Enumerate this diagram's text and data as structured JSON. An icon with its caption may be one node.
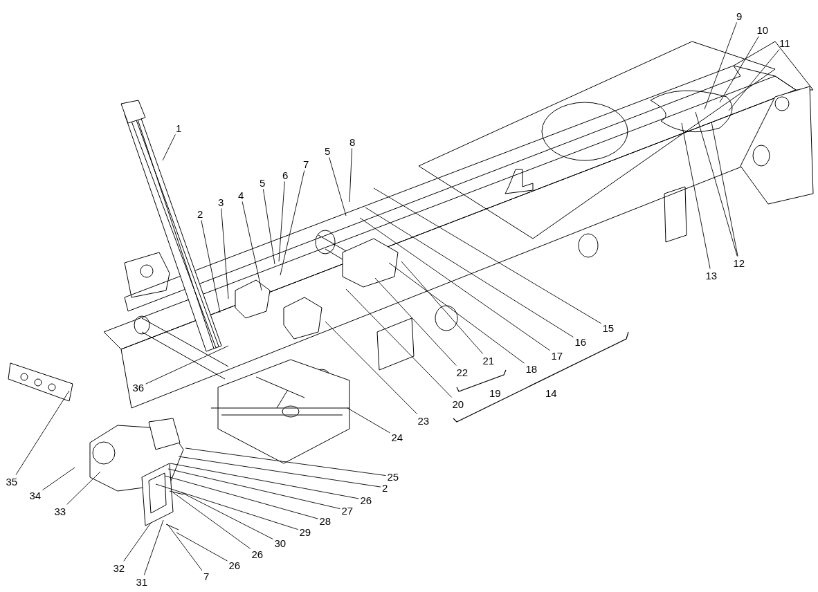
{
  "diagram": {
    "nodes": [
      {
        "text": [
          "1"
        ]
      },
      {
        "text": [
          "2"
        ]
      },
      {
        "text": [
          "3"
        ]
      },
      {
        "text": [
          "4"
        ]
      },
      {
        "text": [
          "5"
        ]
      },
      {
        "text": [
          "6"
        ]
      },
      {
        "text": [
          "7"
        ]
      },
      {
        "text": [
          "5"
        ]
      },
      {
        "text": [
          "8"
        ]
      },
      {
        "text": [
          "9"
        ]
      },
      {
        "text": [
          "10"
        ]
      },
      {
        "text": [
          "11"
        ]
      },
      {
        "text": [
          "12"
        ]
      },
      {
        "text": [
          "13"
        ]
      },
      {
        "text": [
          "15"
        ]
      },
      {
        "text": [
          "16"
        ]
      },
      {
        "text": [
          "17"
        ]
      },
      {
        "text": [
          "18"
        ]
      },
      {
        "text": [
          "20"
        ]
      },
      {
        "text": [
          "21"
        ]
      },
      {
        "text": [
          "22"
        ]
      },
      {
        "text": [
          "23"
        ]
      },
      {
        "text": [
          "24"
        ]
      },
      {
        "text": [
          "25"
        ]
      },
      {
        "text": [
          "2"
        ]
      },
      {
        "text": [
          "26"
        ]
      },
      {
        "text": [
          "27"
        ]
      },
      {
        "text": [
          "28"
        ]
      },
      {
        "text": [
          "29"
        ]
      },
      {
        "text": [
          "30"
        ]
      },
      {
        "text": [
          "26"
        ]
      },
      {
        "text": [
          "26"
        ]
      },
      {
        "text": [
          "7"
        ]
      },
      {
        "text": [
          "31"
        ]
      },
      {
        "text": [
          "32"
        ]
      },
      {
        "text": [
          "33"
        ]
      },
      {
        "text": [
          "34"
        ]
      },
      {
        "text": [
          "35"
        ]
      },
      {
        "text": [
          "36"
        ]
      }
    ],
    "edges": [
      {
        "from": 0,
        "to": null,
        "arrow": "none"
      },
      {
        "from": 1,
        "to": null,
        "arrow": "none"
      },
      {
        "from": 2,
        "to": null,
        "arrow": "none"
      },
      {
        "from": 3,
        "to": null,
        "arrow": "none"
      },
      {
        "from": 4,
        "to": null,
        "arrow": "none"
      },
      {
        "from": 5,
        "to": null,
        "arrow": "none"
      },
      {
        "from": 6,
        "to": null,
        "arrow": "none"
      },
      {
        "from": 7,
        "to": null,
        "arrow": "none"
      },
      {
        "from": 8,
        "to": null,
        "arrow": "none"
      },
      {
        "from": 9,
        "to": null,
        "arrow": "none"
      },
      {
        "from": 10,
        "to": null,
        "arrow": "none"
      },
      {
        "from": 11,
        "to": null,
        "arrow": "none"
      },
      {
        "from": 12,
        "to": null,
        "arrow": "none"
      },
      {
        "from": 12,
        "to": null,
        "arrow": "none"
      },
      {
        "from": 13,
        "to": null,
        "arrow": "none"
      },
      {
        "from": 14,
        "to": null,
        "arrow": "none"
      },
      {
        "from": 15,
        "to": null,
        "arrow": "none"
      },
      {
        "from": 16,
        "to": null,
        "arrow": "none"
      },
      {
        "from": 17,
        "to": null,
        "arrow": "none"
      },
      {
        "from": 18,
        "to": null,
        "arrow": "none"
      },
      {
        "from": 19,
        "to": null,
        "arrow": "none"
      },
      {
        "from": 20,
        "to": null,
        "arrow": "none"
      },
      {
        "from": 21,
        "to": null,
        "arrow": "none"
      },
      {
        "from": 22,
        "to": null,
        "arrow": "none"
      },
      {
        "from": 23,
        "to": null,
        "arrow": "none"
      },
      {
        "from": 24,
        "to": null,
        "arrow": "none"
      },
      {
        "from": 25,
        "to": null,
        "arrow": "none"
      },
      {
        "from": 26,
        "to": null,
        "arrow": "none"
      },
      {
        "from": 27,
        "to": null,
        "arrow": "none"
      },
      {
        "from": 28,
        "to": null,
        "arrow": "none"
      },
      {
        "from": 29,
        "to": null,
        "arrow": "none"
      },
      {
        "from": 30,
        "to": null,
        "arrow": "none"
      },
      {
        "from": 31,
        "to": null,
        "arrow": "none"
      },
      {
        "from": 32,
        "to": null,
        "arrow": "none"
      },
      {
        "from": 33,
        "to": null,
        "arrow": "none"
      },
      {
        "from": 34,
        "to": null,
        "arrow": "none"
      },
      {
        "from": 35,
        "to": null,
        "arrow": "none"
      },
      {
        "from": 36,
        "to": null,
        "arrow": "none"
      },
      {
        "from": 37,
        "to": null,
        "arrow": "none"
      },
      {
        "from": 38,
        "to": null,
        "arrow": "none"
      }
    ],
    "labels": [
      "19",
      "14"
    ]
  }
}
